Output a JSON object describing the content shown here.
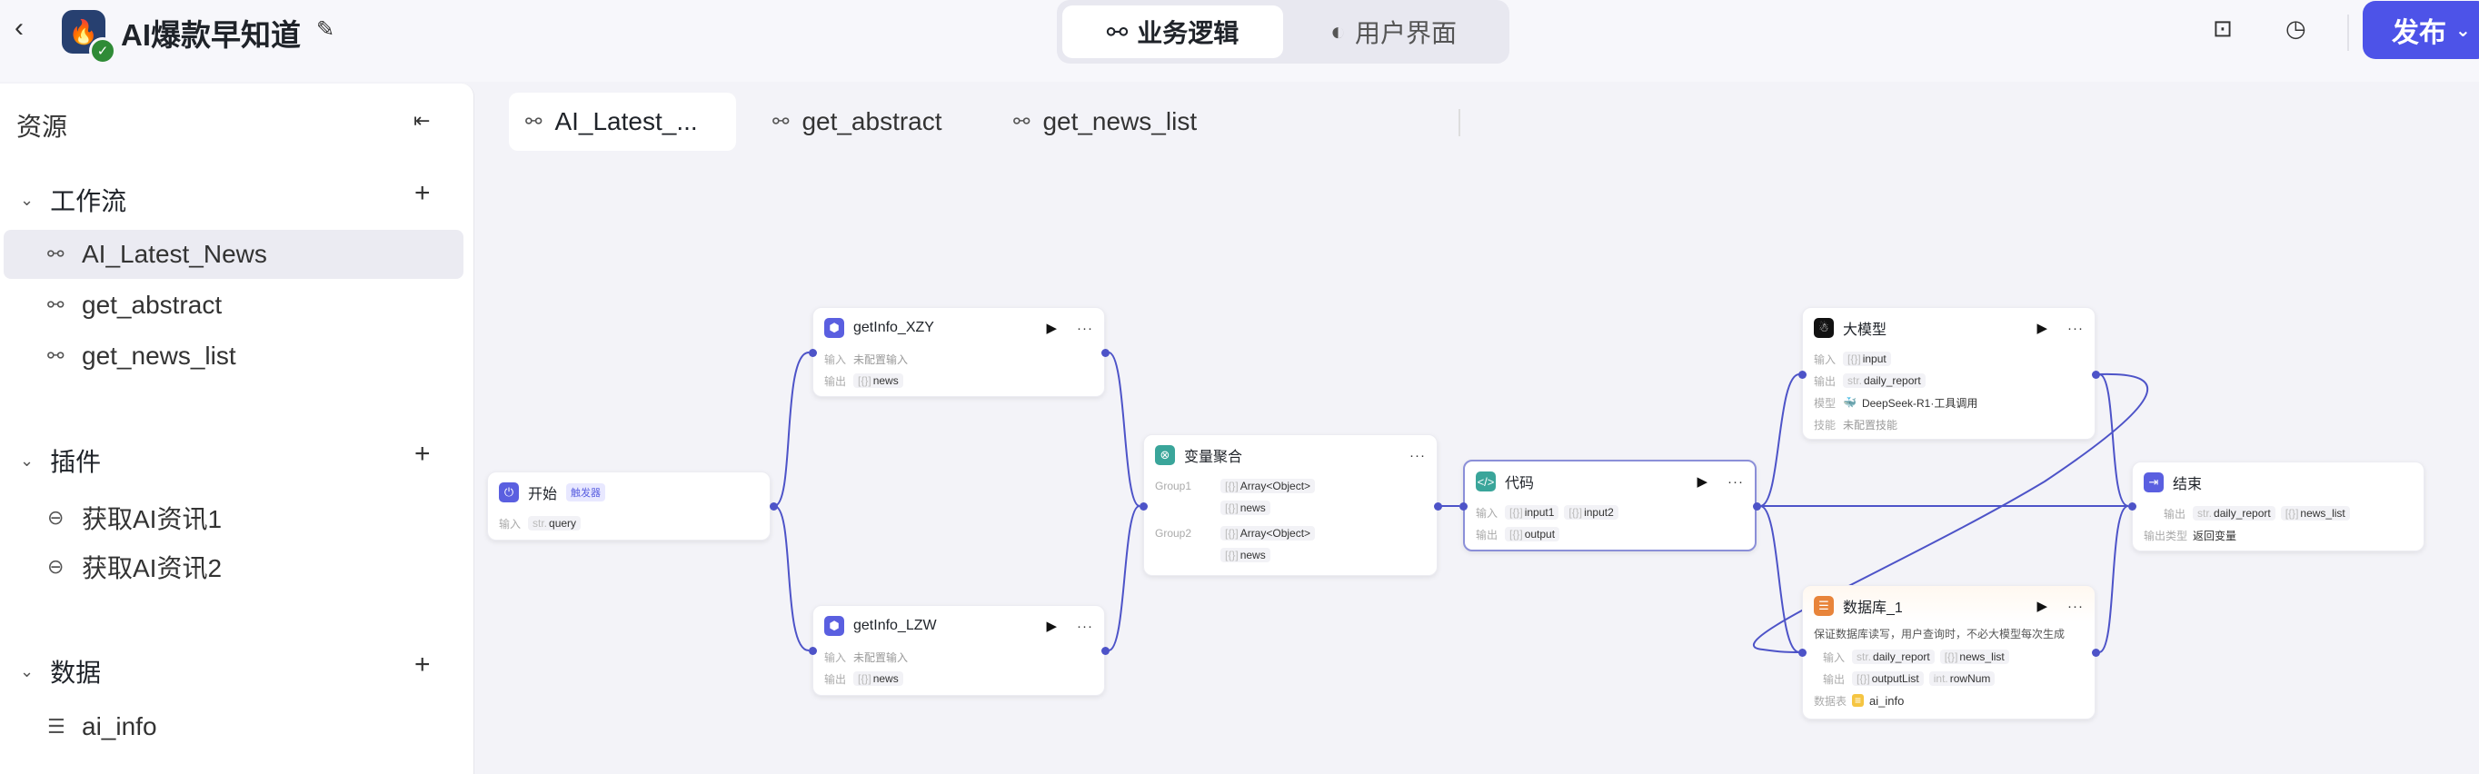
{
  "header": {
    "title": "AI爆款早知道",
    "view_tabs": [
      "业务逻辑",
      "用户界面"
    ],
    "publish_label": "发布"
  },
  "sidebar": {
    "title": "资源",
    "sections": [
      {
        "label": "工作流",
        "items": [
          "AI_Latest_News",
          "get_abstract",
          "get_news_list"
        ]
      },
      {
        "label": "插件",
        "items": [
          "获取AI资讯1",
          "获取AI资讯2"
        ]
      },
      {
        "label": "数据",
        "items": [
          "ai_info"
        ]
      }
    ]
  },
  "canvas_tabs": [
    "AI_Latest_...",
    "get_abstract",
    "get_news_list"
  ],
  "labels": {
    "input": "输入",
    "output": "输出",
    "model": "模型",
    "skill": "技能",
    "table": "数据表",
    "output_type": "输出类型",
    "not_configured_input": "未配置输入",
    "not_configured_skill": "未配置技能"
  },
  "nodes": {
    "start": {
      "title": "开始",
      "badge": "触发器",
      "inputs": [
        {
          "type": "str.",
          "name": "query"
        }
      ]
    },
    "xzy": {
      "title": "getInfo_XZY",
      "outputs": [
        {
          "type": "[{}]",
          "name": "news"
        }
      ]
    },
    "lzw": {
      "title": "getInfo_LZW",
      "outputs": [
        {
          "type": "[{}]",
          "name": "news"
        }
      ]
    },
    "agg": {
      "title": "变量聚合",
      "groups": [
        {
          "label": "Group1",
          "type": "Array<Object>",
          "var": "news"
        },
        {
          "label": "Group2",
          "type": "Array<Object>",
          "var": "news"
        }
      ]
    },
    "code": {
      "title": "代码",
      "inputs": [
        "input1",
        "input2"
      ],
      "outputs": [
        "output"
      ]
    },
    "llm": {
      "title": "大模型",
      "input": "input",
      "output": "daily_report",
      "model": "DeepSeek-R1·工具调用"
    },
    "db": {
      "title": "数据库_1",
      "desc": "保证数据库读写，用户查询时，不必大模型每次生成",
      "inputs": [
        "daily_report",
        "news_list"
      ],
      "outputs": [
        "outputList",
        "rowNum"
      ],
      "table": "ai_info"
    },
    "end": {
      "title": "结束",
      "outputs": [
        "daily_report",
        "news_list"
      ],
      "output_type_value": "返回变量"
    }
  },
  "colors": {
    "accent": "#4d53e8",
    "edge": "#4d53c8"
  }
}
